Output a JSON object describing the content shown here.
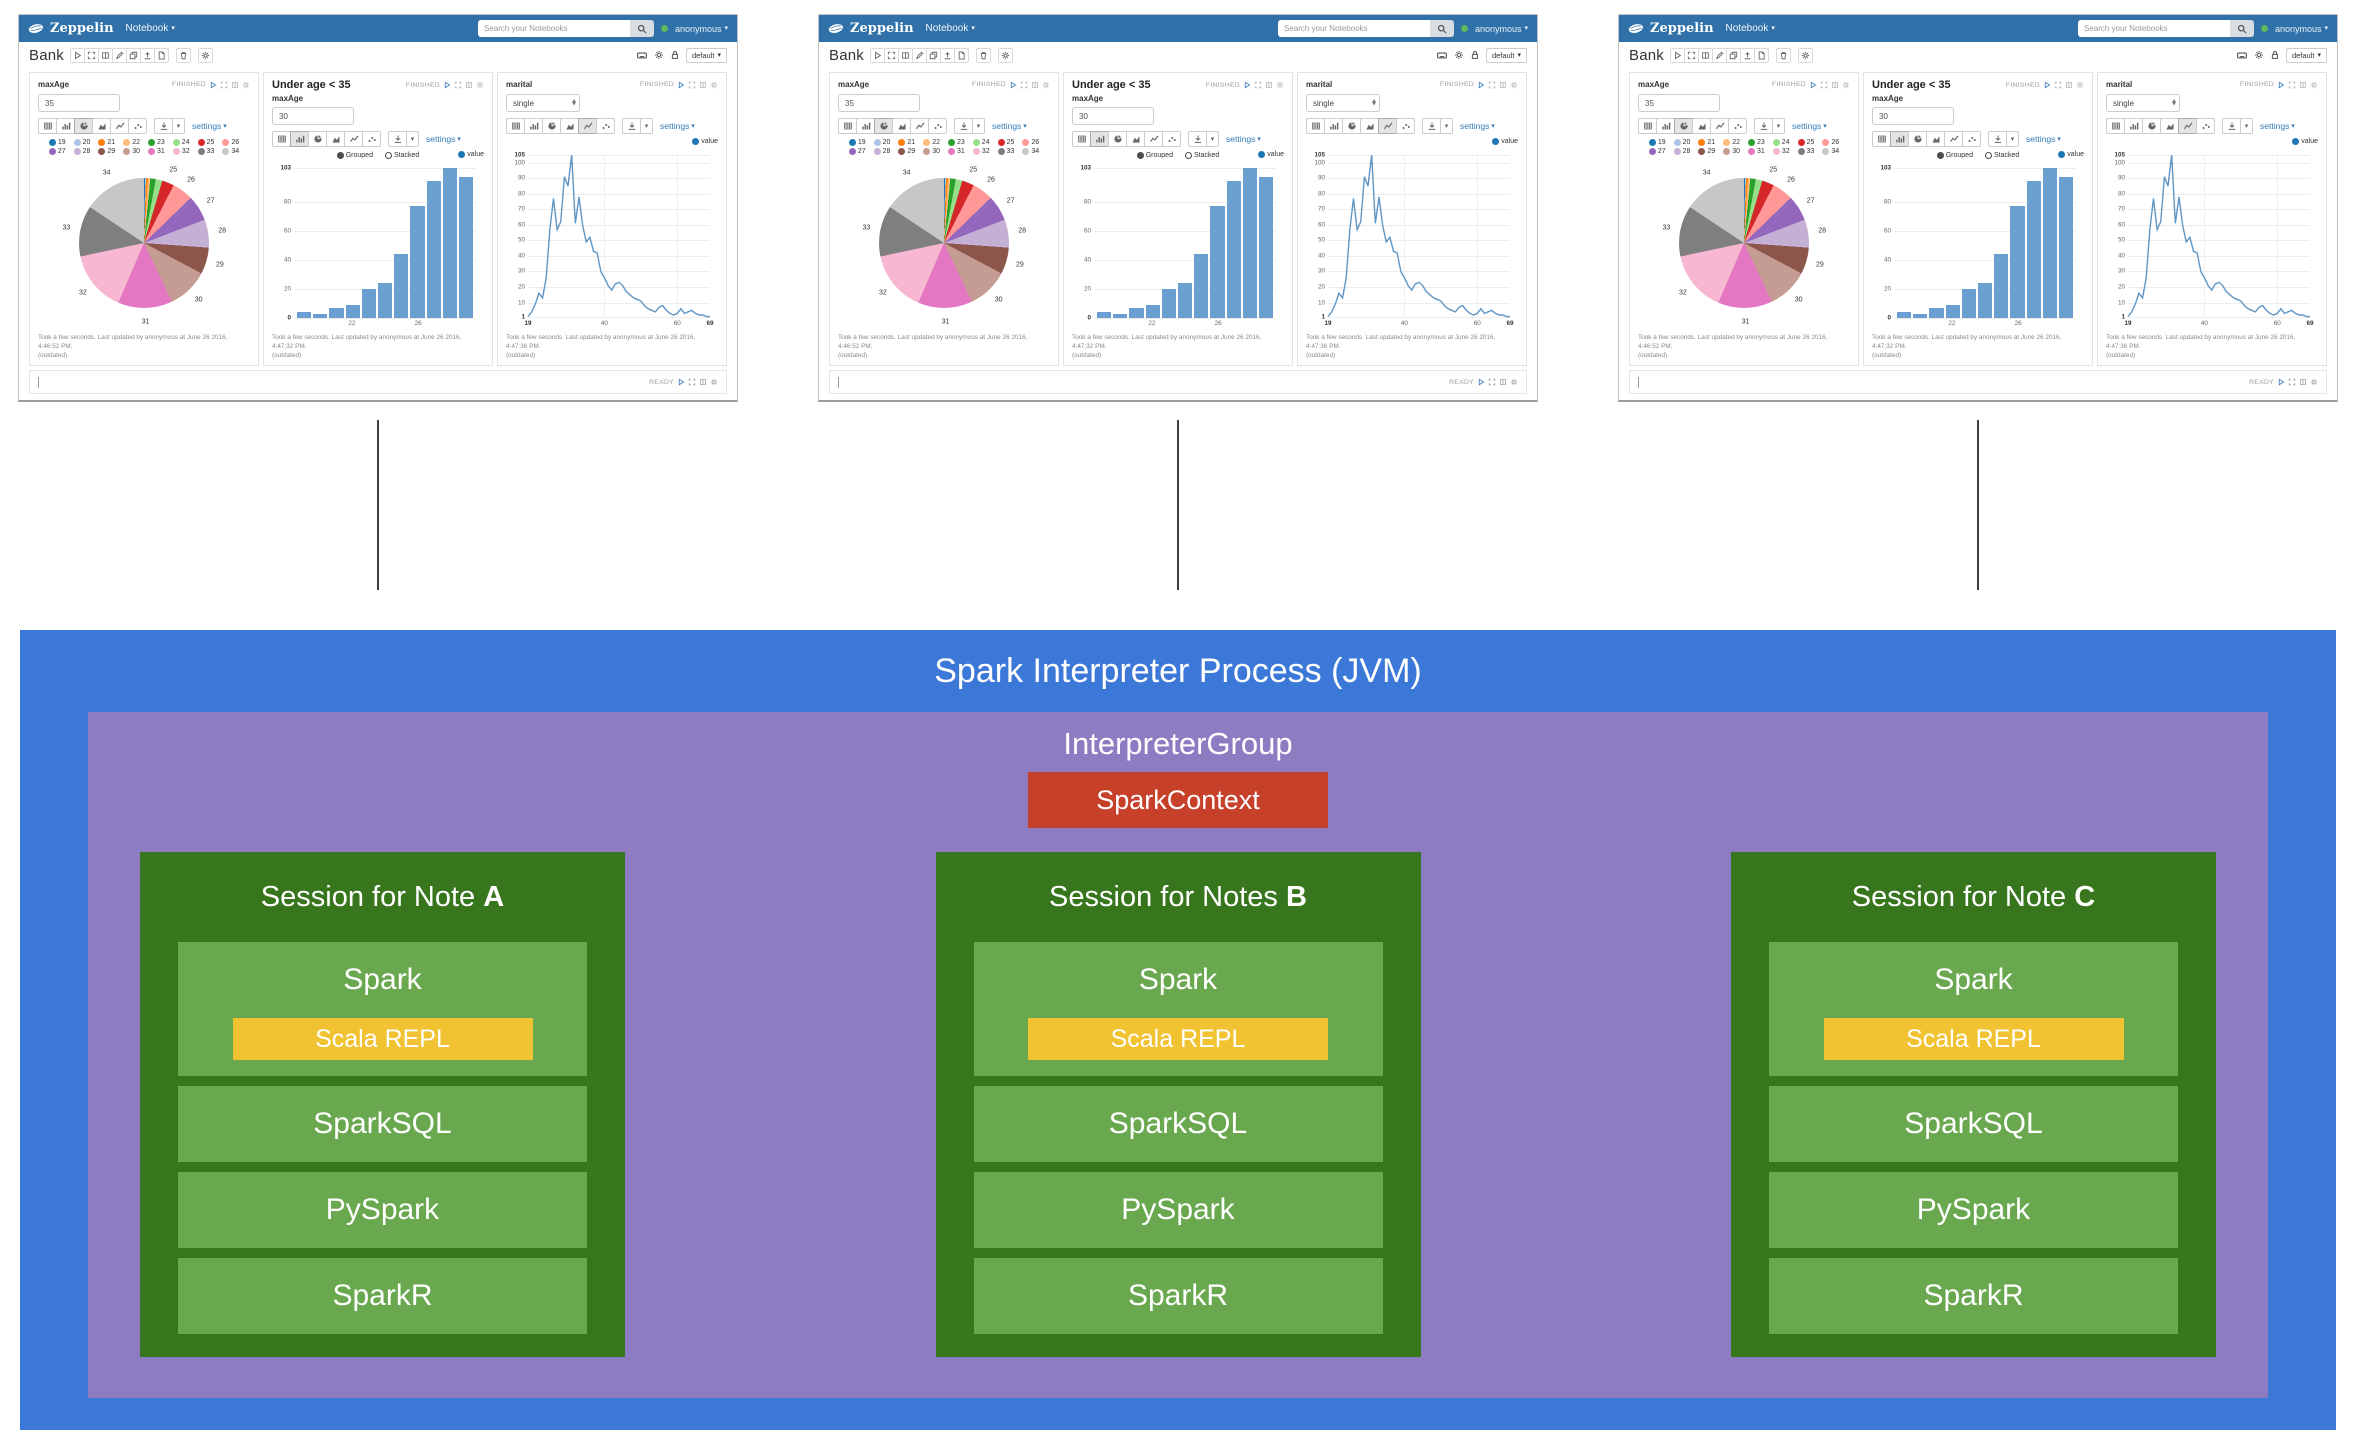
{
  "window_count": 3,
  "window": {
    "navbar": {
      "brand": "Zeppelin",
      "menu_label": "Notebook",
      "search_placeholder": "Search your Notebooks",
      "username": "anonymous"
    },
    "note_toolbar": {
      "title": "Bank",
      "mode_label": "default"
    },
    "paragraphs": {
      "p1": {
        "form_label": "maxAge",
        "form_value": "35",
        "status": "FINISHED",
        "settings_label": "settings",
        "footer_line1": "Took a few seconds. Last updated by anonymous at June 26 2016, 4:46:52 PM.",
        "footer_line2": "(outdated)"
      },
      "p2": {
        "title": "Under age < 35",
        "form_label": "maxAge",
        "form_value": "30",
        "status": "FINISHED",
        "settings_label": "settings",
        "legend_grouped": "Grouped",
        "legend_stacked": "Stacked",
        "legend_value": "value",
        "footer_line1": "Took a few seconds. Last updated by anonymous at June 26 2016, 4:47:32 PM.",
        "footer_line2": "(outdated)"
      },
      "p3": {
        "form_label": "marital",
        "form_value": "single",
        "status": "FINISHED",
        "settings_label": "settings",
        "legend_value": "value",
        "footer_line1": "Took a few seconds. Last updated by anonymous at June 26 2016, 4:47:36 PM.",
        "footer_line2": "(outdated)"
      }
    },
    "statusbar": {
      "status": "READY"
    }
  },
  "chart_data": [
    {
      "type": "pie",
      "title": "maxAge age distribution (age < 35)",
      "categories": [
        "19",
        "20",
        "21",
        "22",
        "23",
        "24",
        "25",
        "26",
        "27",
        "28",
        "29",
        "30",
        "31",
        "32",
        "33",
        "34"
      ],
      "values": [
        4,
        3,
        7,
        9,
        20,
        24,
        44,
        77,
        94,
        103,
        97,
        150,
        199,
        224,
        186,
        231
      ],
      "colors": [
        "#1f77b4",
        "#aec7e8",
        "#ff7f0e",
        "#ffbb78",
        "#2ca02c",
        "#98df8a",
        "#d62728",
        "#ff9896",
        "#9467bd",
        "#c5b0d5",
        "#8c564b",
        "#c49c94",
        "#e377c2",
        "#f7b6d2",
        "#7f7f7f",
        "#c7c7c7"
      ],
      "label_min_value": 40,
      "legend_position": "top"
    },
    {
      "type": "bar",
      "title": "Under age < 35 (maxAge 30)",
      "categories": [
        "19",
        "20",
        "21",
        "22",
        "23",
        "24",
        "25",
        "26",
        "27",
        "28",
        "29"
      ],
      "values": [
        4,
        3,
        7,
        9,
        20,
        24,
        44,
        77,
        94,
        103,
        97
      ],
      "ylim": [
        0,
        103
      ],
      "yticks": [
        0,
        20,
        40,
        60,
        80,
        103
      ],
      "xticks": [
        {
          "index": 3,
          "label": "22"
        },
        {
          "index": 7,
          "label": "26"
        }
      ],
      "series_name": "value",
      "bar_color": "#6a9fd0",
      "grid": true,
      "legend_position": "top"
    },
    {
      "type": "line",
      "title": "marital = single, age distribution",
      "x": [
        19,
        20,
        21,
        22,
        23,
        24,
        25,
        26,
        27,
        28,
        29,
        30,
        31,
        32,
        33,
        34,
        35,
        36,
        37,
        38,
        39,
        40,
        41,
        42,
        43,
        44,
        45,
        46,
        47,
        48,
        49,
        50,
        51,
        52,
        53,
        54,
        55,
        56,
        57,
        58,
        59,
        60,
        61,
        62,
        63,
        64,
        65,
        66,
        67,
        68,
        69
      ],
      "values": [
        1,
        4,
        9,
        16,
        13,
        26,
        57,
        77,
        57,
        62,
        91,
        85,
        105,
        61,
        78,
        60,
        49,
        52,
        43,
        42,
        30,
        26,
        21,
        18,
        22,
        23,
        21,
        17,
        15,
        13,
        12,
        11,
        8,
        6,
        5,
        4,
        7,
        8,
        5,
        3,
        2,
        3,
        6,
        3,
        4,
        5,
        3,
        2,
        2,
        1,
        1
      ],
      "ylim": [
        0,
        105
      ],
      "yticks": [
        1,
        10,
        20,
        30,
        40,
        50,
        60,
        70,
        80,
        90,
        100,
        105
      ],
      "xticks": [
        19,
        40,
        60,
        69
      ],
      "series_name": "value",
      "line_color": "#5f96c5",
      "grid": true,
      "legend_position": "top-right"
    }
  ],
  "diagram": {
    "jvm_title": "Spark Interpreter Process (JVM)",
    "group_title": "InterpreterGroup",
    "context_label": "SparkContext",
    "sessions": [
      {
        "prefix": "Session for Note ",
        "note": "A"
      },
      {
        "prefix": "Session for Notes ",
        "note": "B"
      },
      {
        "prefix": "Session for Note ",
        "note": "C"
      }
    ],
    "interpreters": {
      "spark": "Spark",
      "scala_repl": "Scala REPL",
      "sparksql": "SparkSQL",
      "pyspark": "PySpark",
      "sparkr": "SparkR"
    },
    "colors": {
      "process_bg": "#3c78d8",
      "group_bg": "#8e7cc3",
      "context_bg": "#c6402a",
      "session_bg": "#38761d",
      "interpreter_bg": "#6aa84f",
      "repl_bg": "#f1c232",
      "navbar_bg": "#3071a9",
      "chart_blue": "#1f77b4"
    }
  }
}
